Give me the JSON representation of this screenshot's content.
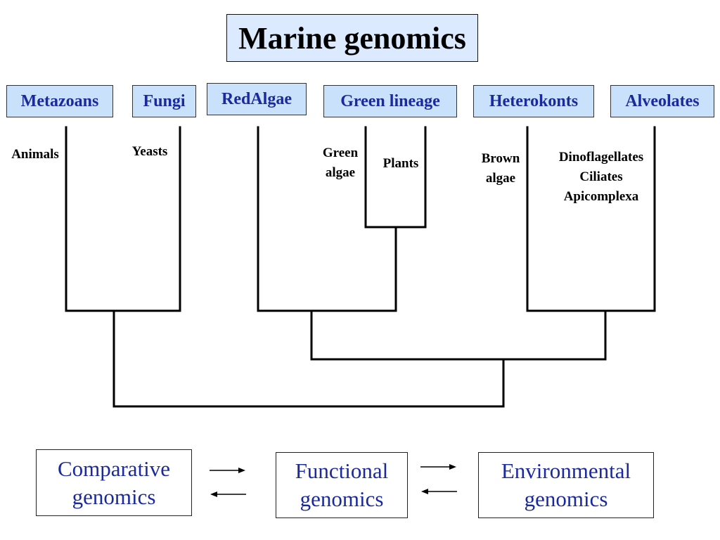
{
  "title": "Marine genomics",
  "groups": [
    {
      "label": "Metazoans"
    },
    {
      "label": "Fungi"
    },
    {
      "label": "RedAlgae"
    },
    {
      "label": "Green lineage"
    },
    {
      "label": "Heterokonts"
    },
    {
      "label": "Alveolates"
    }
  ],
  "leaf_labels": {
    "animals": "Animals",
    "yeasts": "Yeasts",
    "green_algae": "Green\nalgae",
    "plants": "Plants",
    "brown_algae": "Brown\nalgae",
    "alveolate_groups": "Dinoflagellates\nCiliates\nApicomplexa"
  },
  "genomics": [
    {
      "label": "Comparative\ngenomics"
    },
    {
      "label": "Functional\ngenomics"
    },
    {
      "label": "Environmental\ngenomics"
    }
  ]
}
